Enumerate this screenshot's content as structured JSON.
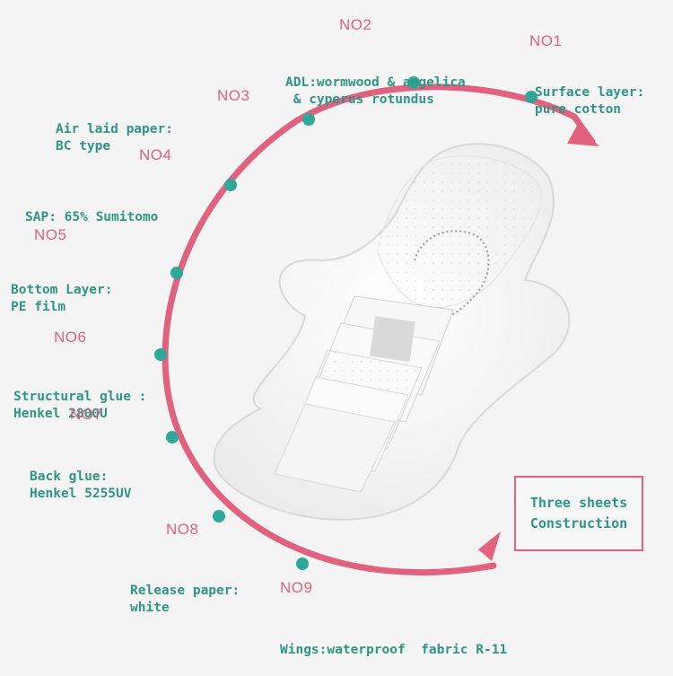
{
  "colors": {
    "ring": "#e0627e",
    "dot": "#2fa89a",
    "text": "#2f9585",
    "label": "#e0627e"
  },
  "layers": [
    {
      "no": "NO1",
      "desc": [
        "Surface layer:",
        "pure cotton"
      ]
    },
    {
      "no": "NO2",
      "desc": [
        "ADL:wormwood & angelica",
        " & cyperus rotundus"
      ]
    },
    {
      "no": "NO3",
      "desc": [
        "Air laid paper:",
        "BC type"
      ]
    },
    {
      "no": "NO4",
      "desc": [
        "SAP: 65% Sumitomo"
      ]
    },
    {
      "no": "NO5",
      "desc": [
        "Bottom Layer:",
        "PE film"
      ]
    },
    {
      "no": "NO6",
      "desc": [
        "Structural glue :",
        "Henkel 2800U"
      ]
    },
    {
      "no": "NO7",
      "desc": [
        "Back glue:",
        "Henkel 5255UV"
      ]
    },
    {
      "no": "NO8",
      "desc": [
        "Release paper:",
        "white"
      ]
    },
    {
      "no": "NO9",
      "desc": [
        "Wings:waterproof  fabric R-11"
      ]
    }
  ],
  "badge": {
    "line1": "Three sheets",
    "line2": "Construction"
  }
}
